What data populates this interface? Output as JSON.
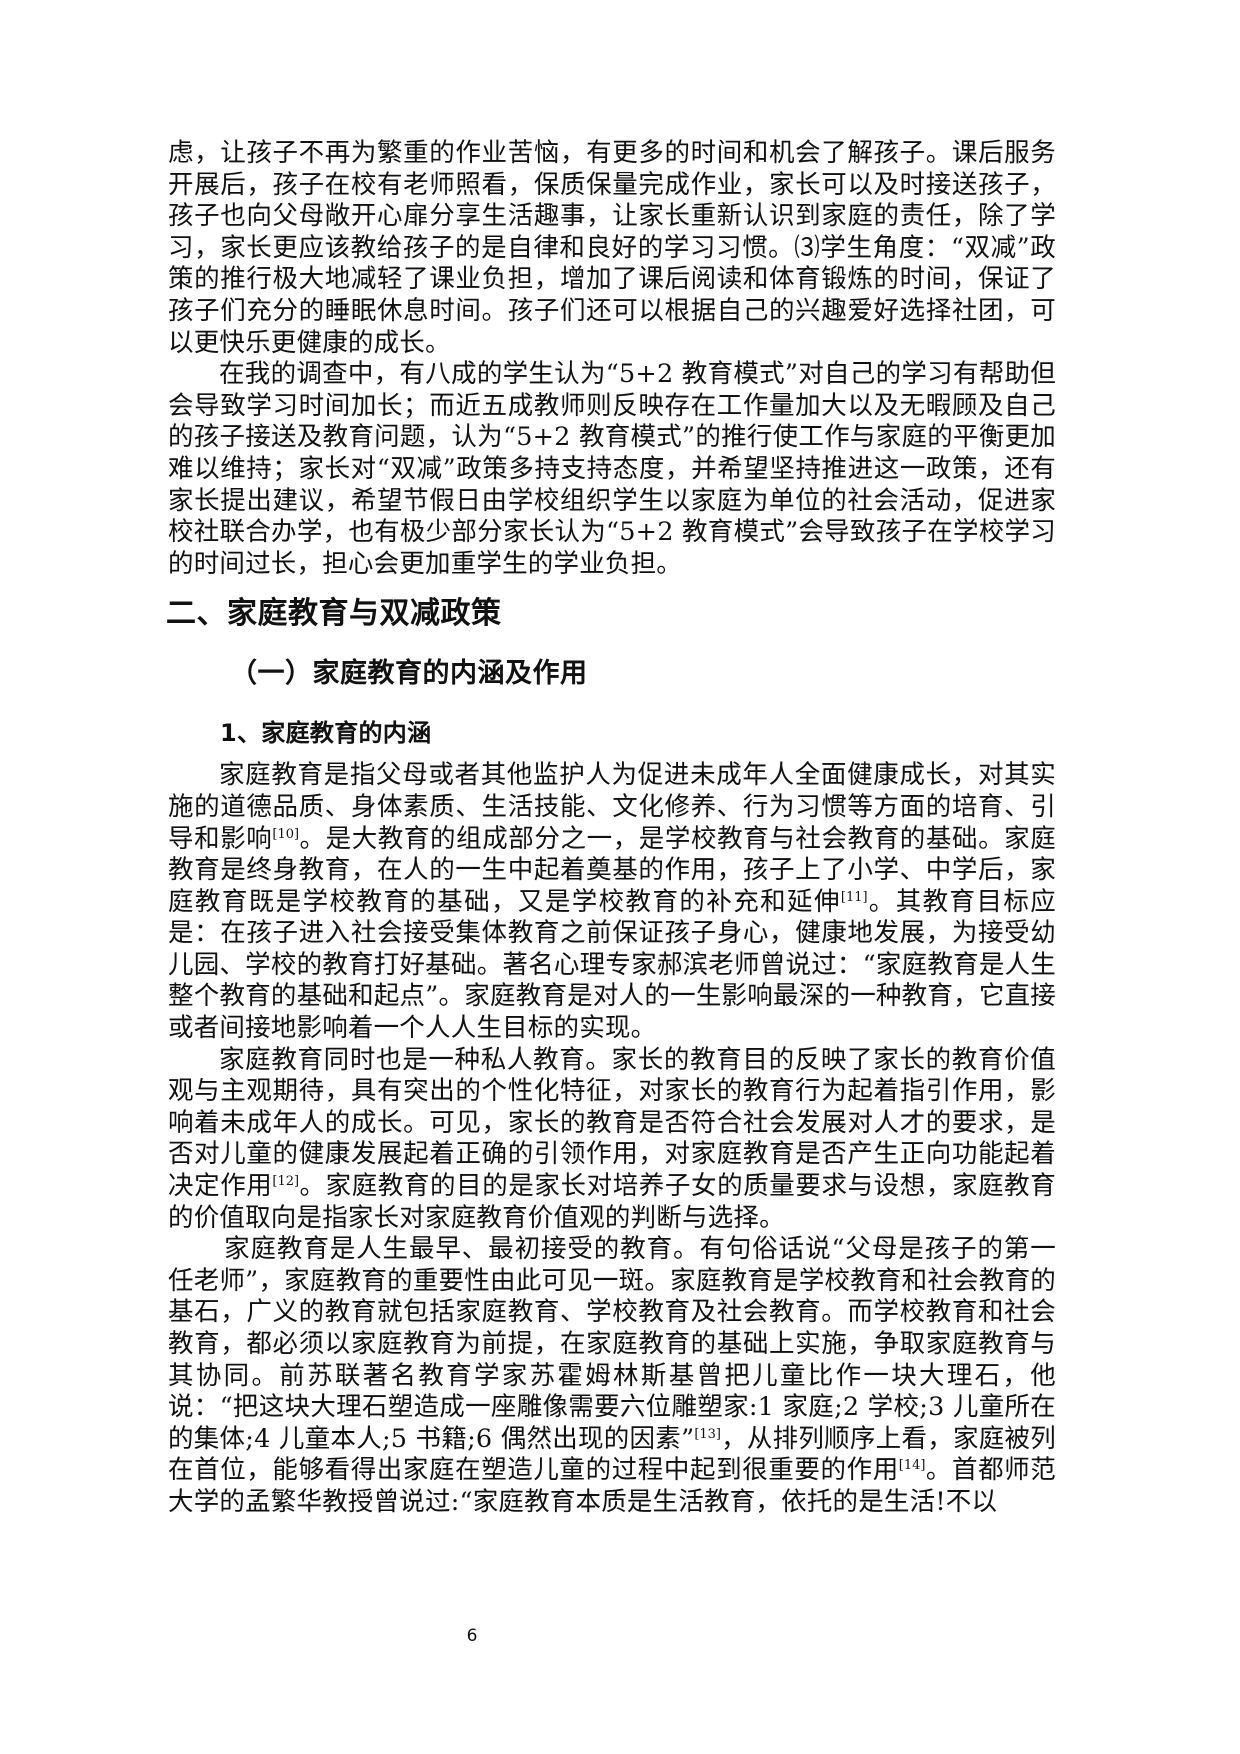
{
  "document": {
    "paragraphs_top": [
      {
        "id": "p-cont",
        "text": "虑，让孩子不再为繁重的作业苦恼，有更多的时间和机会了解孩子。课后服务开展后，孩子在校有老师照看，保质保量完成作业，家长可以及时接送孩子，孩子也向父母敞开心扉分享生活趣事，让家长重新认识到家庭的责任，除了学习，家长更应该教给孩子的是自律和良好的学习习惯。⑶学生角度：“双减”政策的推行极大地减轻了课业负担，增加了课后阅读和体育锻炼的时间，保证了孩子们充分的睡眠休息时间。孩子们还可以根据自己的兴趣爱好选择社团，可以更快乐更健康的成长。"
      },
      {
        "id": "p-survey",
        "text": "在我的调查中，有八成的学生认为“5+2 教育模式”对自己的学习有帮助但会导致学习时间加长；而近五成教师则反映存在工作量加大以及无暇顾及自己的孩子接送及教育问题，认为“5+2 教育模式”的推行使工作与家庭的平衡更加难以维持；家长对“双减”政策多持支持态度，并希望坚持推进这一政策，还有家长提出建议，希望节假日由学校组织学生以家庭为单位的社会活动，促进家校社联合办学，也有极少部分家长认为“5+2 教育模式”会导致孩子在学校学习的时间过长，担心会更加重学生的学业负担。"
      }
    ],
    "heading_1": "二、家庭教育与双减政策",
    "heading_2": "（一）家庭教育的内涵及作用",
    "heading_3": "1、家庭教育的内涵",
    "section_paragraphs": [
      {
        "parts": [
          "家庭教育是指父母或者其他监护人为促进未成年人全面健康成长，对其实施的道德品质、身体素质、生活技能、文化修养、行为习惯等方面的培育、引导和影响",
          "[10]",
          "。是大教育的组成部分之一，是学校教育与社会教育的基础。家庭教育是终身教育，在人的一生中起着奠基的作用，孩子上了小学、中学后，家庭教育既是学校教育的基础，又是学校教育的补充和延伸",
          "[11]",
          "。其教育目标应是：在孩子进入社会接受集体教育之前保证孩子身心，健康地发展，为接受幼儿园、学校的教育打好基础。著名心理专家郝滨老师曾说过：“家庭教育是人生整个教育的基础和起点”。家庭教育是对人的一生影响最深的一种教育，它直接或者间接地影响着一个人人生目标的实现。"
        ]
      },
      {
        "parts": [
          "家庭教育同时也是一种私人教育。家长的教育目的反映了家长的教育价值观与主观期待，具有突出的个性化特征，对家长的教育行为起着指引作用，影响着未成年人的成长。可见，家长的教育是否符合社会发展对人才的要求，是否对儿童的健康发展起着正确的引领作用，对家庭教育是否产生正向功能起着决定作用",
          "[12]",
          "。家庭教育的目的是家长对培养子女的质量要求与设想，家庭教育的价值取向是指家长对家庭教育价值观的判断与选择。"
        ]
      },
      {
        "parts": [
          "家庭教育是人生最早、最初接受的教育。有句俗话说“父母是孩子的第一任老师”，家庭教育的重要性由此可见一斑。家庭教育是学校教育和社会教育的基石，广义的教育就包括家庭教育、学校教育及社会教育。而学校教育和社会教育，都必须以家庭教育为前提，在家庭教育的基础上实施，争取家庭教育与其协同。前苏联著名教育学家苏霍姆林斯基曾把儿童比作一块大理石，他说：“把这块大理石塑造成一座雕像需要六位雕塑家:1 家庭;2 学校;3 儿童所在的集体;4 儿童本人;5 书籍;6 偶然出现的因素”",
          "[13]",
          "，从排列顺序上看，家庭被列在首位，能够看得出家庭在塑造儿童的过程中起到很重要的作用",
          "[14]",
          "。首都师范大学的孟繁华教授曾说过:“家庭教育本质是生活教育，依托的是生活!不以"
        ]
      }
    ],
    "page_number": "6"
  }
}
